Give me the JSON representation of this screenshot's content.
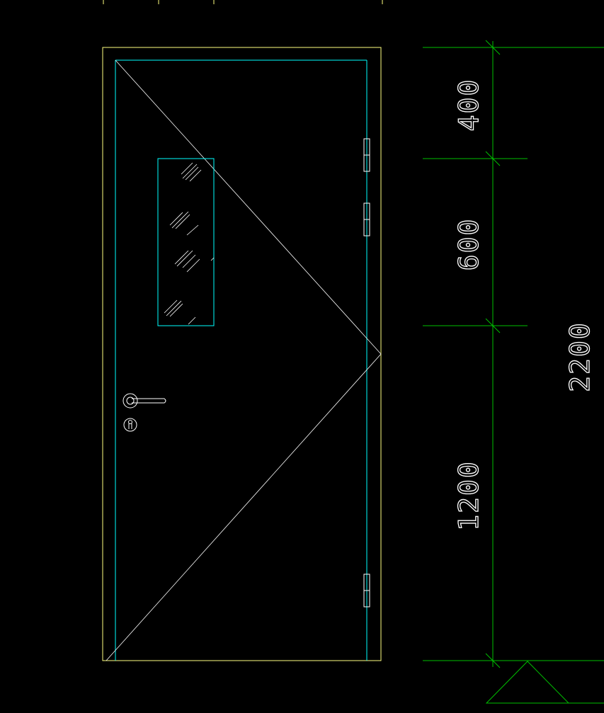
{
  "colors": {
    "background": "#000000",
    "frame": "#ffff80",
    "door_leaf": "#00ffff",
    "swing_lines": "#ffffff",
    "hardware": "#ffffff",
    "glass_hatch": "#ffffff",
    "dimension_lines": "#00c000",
    "dimension_text": "#ffffff"
  },
  "door": {
    "vision_panel": "glass-vision-panel",
    "handle": "lever-handle",
    "lock": "keyhole-cylinder",
    "hinges": 3
  },
  "dimensions": {
    "segments": [
      {
        "value": "400"
      },
      {
        "value": "600"
      },
      {
        "value": "1200"
      }
    ],
    "overall": {
      "value": "2200"
    }
  }
}
